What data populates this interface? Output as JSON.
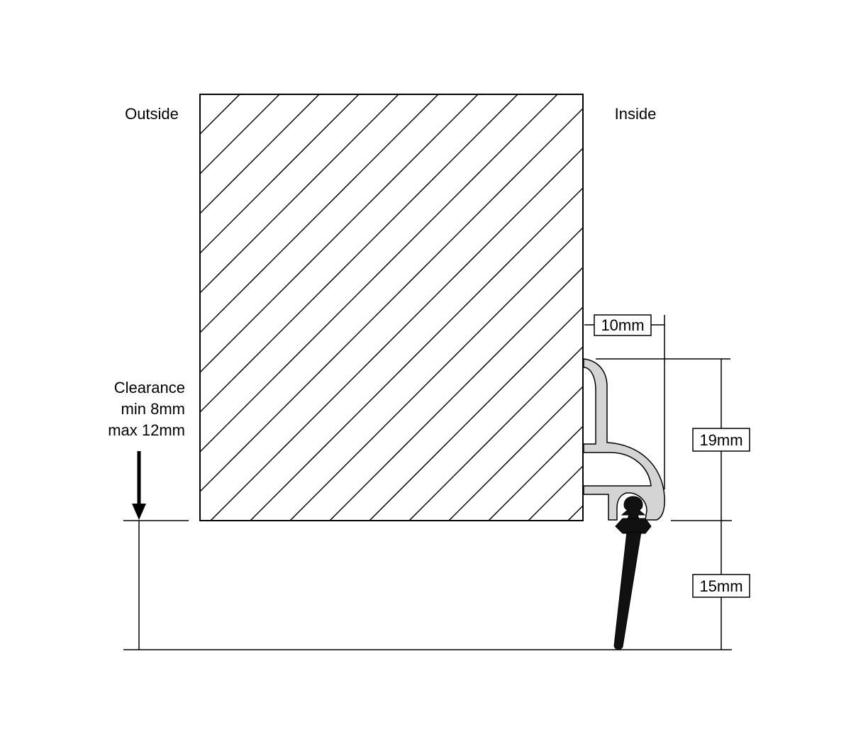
{
  "labels": {
    "outside": "Outside",
    "inside": "Inside",
    "clearance_line1": "Clearance",
    "clearance_line2": "min 8mm",
    "clearance_line3": "max 12mm"
  },
  "dimensions": {
    "width": "10mm",
    "height_upper": "19mm",
    "height_lower": "15mm"
  },
  "colors": {
    "stroke": "#000000",
    "hatch": "#000000",
    "profile_fill": "#d4d4d4",
    "brush": "#111111",
    "background": "#ffffff"
  }
}
